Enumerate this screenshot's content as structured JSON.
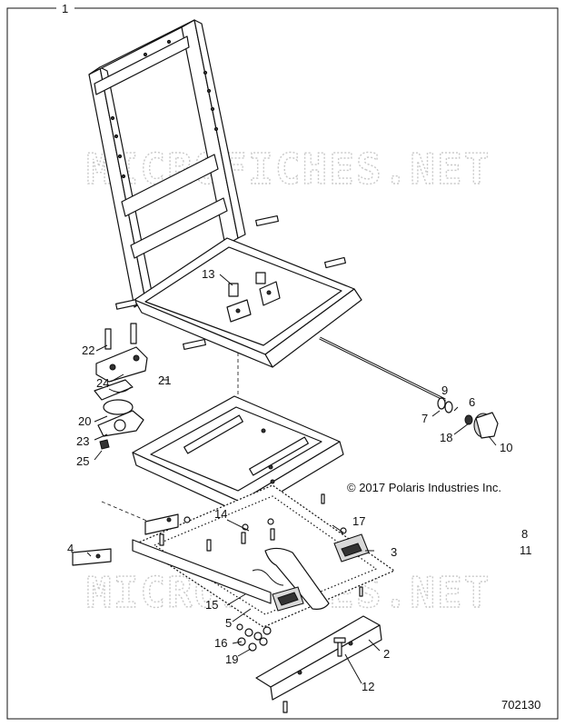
{
  "diagram": {
    "watermark": "MICROFICHES.NET",
    "copyright": "© 2017 Polaris Industries Inc.",
    "figure_number": "702130",
    "callouts": [
      "1",
      "2",
      "3",
      "4",
      "5",
      "6",
      "7",
      "8",
      "9",
      "10",
      "11",
      "12",
      "13",
      "14",
      "15",
      "16",
      "17",
      "18",
      "19",
      "20",
      "21",
      "22",
      "23",
      "24",
      "25"
    ]
  }
}
